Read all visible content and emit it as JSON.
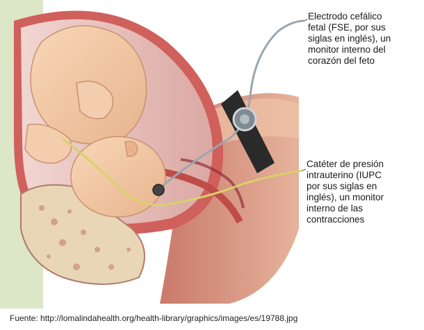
{
  "labels": {
    "fse": "Electrodo cefálico\nfetal (FSE, por sus\nsiglas en inglés), un\nmonitor interno del\ncorazón del feto",
    "iupc": "Catéter de presión\nintrauterino (IUPC\npor sus siglas en\ninglés), un monitor\ninterno de las\ncontracciones"
  },
  "source": "Fuente: http://lomalindahealth.org/health-library/graphics/images/es/19788.jpg",
  "colors": {
    "skin": "#f3c9a3",
    "uterus": "#e7c3bf",
    "muscle": "#d0605c",
    "background_tint": "#dbe7c6",
    "catheter": "#d8d26a",
    "electrode_wire": "#9aa6ae",
    "monitor_band": "#2a2a2a"
  }
}
